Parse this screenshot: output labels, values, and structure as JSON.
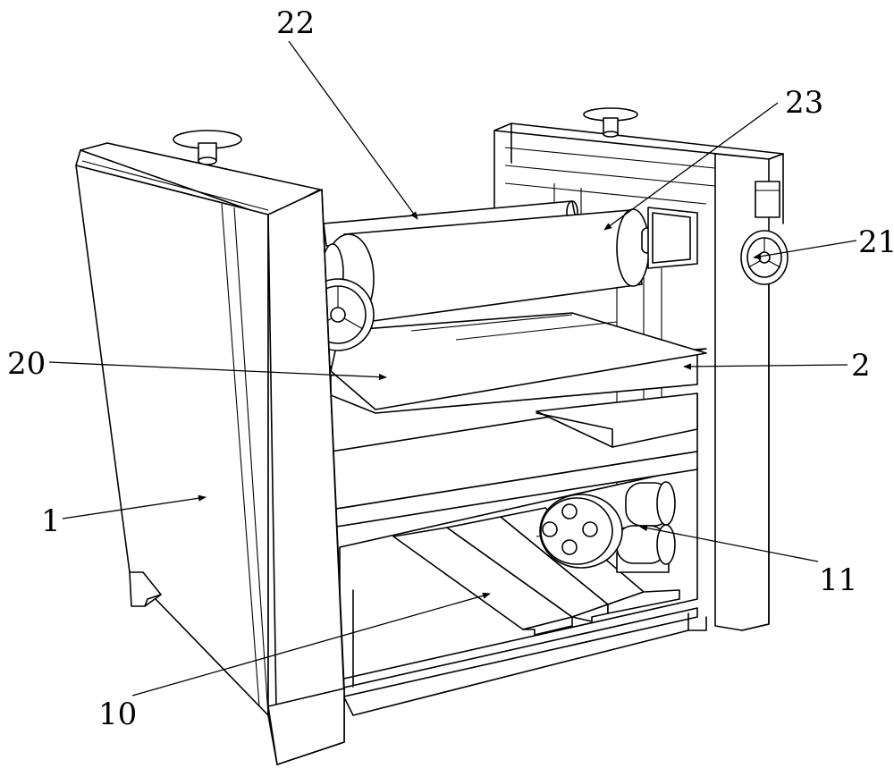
{
  "labels": {
    "l22": "22",
    "l23": "23",
    "l21": "21",
    "l20": "20",
    "l2": "2",
    "l1": "1",
    "l11": "11",
    "l10": "10"
  }
}
